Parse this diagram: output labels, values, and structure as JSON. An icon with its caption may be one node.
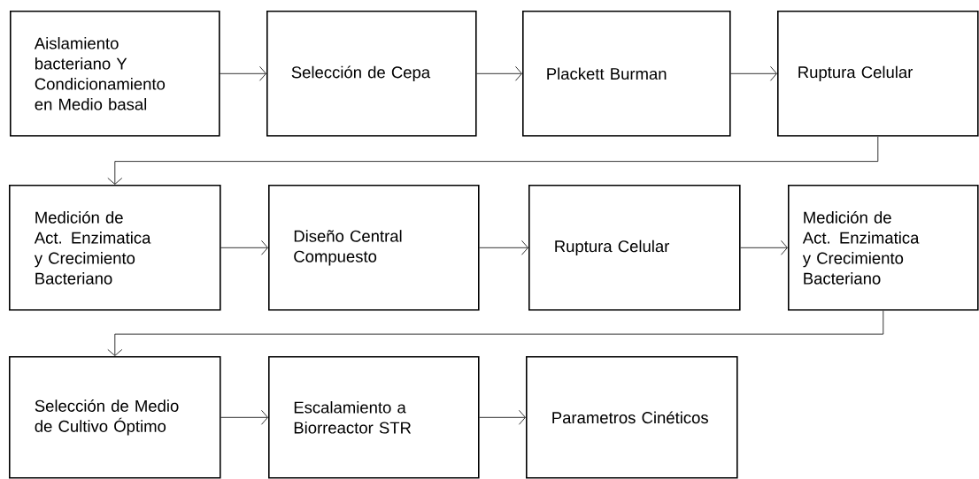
{
  "diagram": {
    "nodes": [
      {
        "text": [
          "Aislamiento bacteriano Y Condicionamiento en Medio basal"
        ]
      },
      {
        "text": [
          "Selección de Cepa"
        ]
      },
      {
        "text": [
          "Plackett Burman"
        ]
      },
      {
        "text": [
          "Ruptura Celular"
        ]
      },
      {
        "text": [
          "Medición de Act. Enzimatica y Crecimiento Bacteriano"
        ]
      },
      {
        "text": [
          "Diseño Central Compuesto"
        ]
      },
      {
        "text": [
          "Ruptura Celular"
        ]
      },
      {
        "text": [
          "Medición de Act. Enzimatica y Crecimiento Bacteriano"
        ]
      },
      {
        "text": [
          "Selección de Medio de Cultivo Óptimo"
        ]
      },
      {
        "text": [
          "Escalamiento a Biorreactor STR"
        ]
      },
      {
        "text": [
          "Parametros Cinéticos"
        ]
      }
    ],
    "edges": [
      {
        "from": 0,
        "to": 1,
        "arrow": "to"
      },
      {
        "from": 1,
        "to": 2,
        "arrow": "to"
      },
      {
        "from": 2,
        "to": 3,
        "arrow": "to"
      },
      {
        "from": 3,
        "to": 4,
        "arrow": "to"
      },
      {
        "from": 4,
        "to": 5,
        "arrow": "to"
      },
      {
        "from": 5,
        "to": 6,
        "arrow": "to"
      },
      {
        "from": 6,
        "to": 7,
        "arrow": "to"
      },
      {
        "from": 7,
        "to": 8,
        "arrow": "to"
      },
      {
        "from": 8,
        "to": 9,
        "arrow": "to"
      },
      {
        "from": 9,
        "to": 10,
        "arrow": "to"
      }
    ]
  }
}
